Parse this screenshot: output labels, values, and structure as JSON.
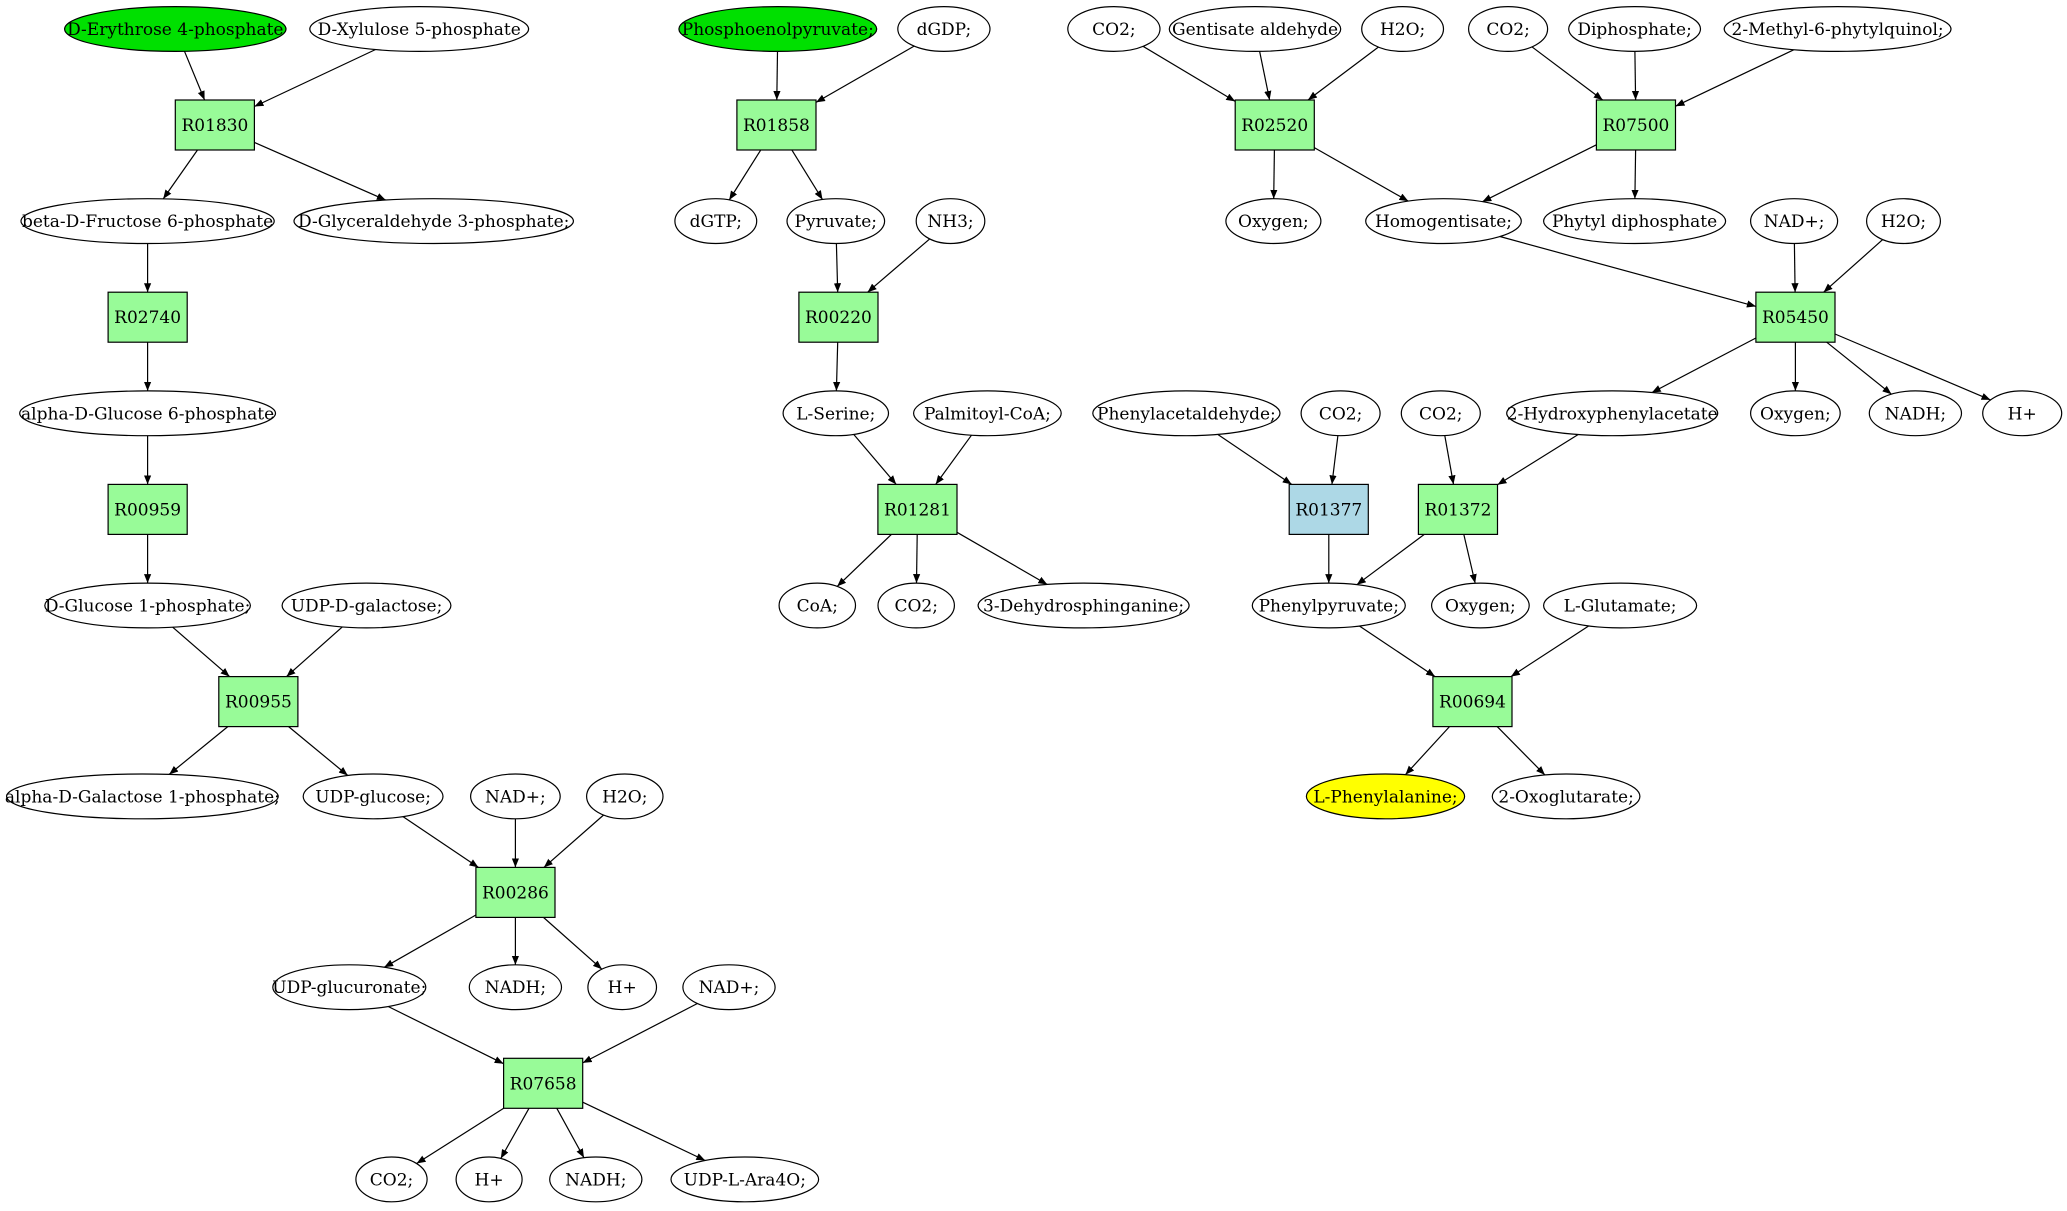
{
  "colors": {
    "metabolite_default": "#ffffff",
    "metabolite_start": "#00e000",
    "metabolite_target": "#ffff00",
    "reaction_default": "#98fb98",
    "reaction_alt": "#add8e6",
    "stroke": "#000000"
  },
  "nodes": [
    {
      "id": "m_e4p",
      "type": "metabolite",
      "label": "D-Erythrose 4-phosphate",
      "role": "start"
    },
    {
      "id": "m_x5p",
      "type": "metabolite",
      "label": "D-Xylulose 5-phosphate"
    },
    {
      "id": "r_R01830",
      "type": "reaction",
      "label": "R01830"
    },
    {
      "id": "m_f6p",
      "type": "metabolite",
      "label": "beta-D-Fructose 6-phosphate"
    },
    {
      "id": "m_g3p",
      "type": "metabolite",
      "label": "D-Glyceraldehyde 3-phosphate;"
    },
    {
      "id": "r_R02740",
      "type": "reaction",
      "label": "R02740"
    },
    {
      "id": "m_g6p",
      "type": "metabolite",
      "label": "alpha-D-Glucose 6-phosphate"
    },
    {
      "id": "r_R00959",
      "type": "reaction",
      "label": "R00959"
    },
    {
      "id": "m_g1p",
      "type": "metabolite",
      "label": "D-Glucose 1-phosphate;"
    },
    {
      "id": "m_udpgal",
      "type": "metabolite",
      "label": "UDP-D-galactose;"
    },
    {
      "id": "r_R00955",
      "type": "reaction",
      "label": "R00955"
    },
    {
      "id": "m_gal1p",
      "type": "metabolite",
      "label": "alpha-D-Galactose 1-phosphate;"
    },
    {
      "id": "m_udpglc",
      "type": "metabolite",
      "label": "UDP-glucose;"
    },
    {
      "id": "m_nad_1",
      "type": "metabolite",
      "label": "NAD+;"
    },
    {
      "id": "m_h2o_1",
      "type": "metabolite",
      "label": "H2O;"
    },
    {
      "id": "r_R00286",
      "type": "reaction",
      "label": "R00286"
    },
    {
      "id": "m_udpglcA",
      "type": "metabolite",
      "label": "UDP-glucuronate;"
    },
    {
      "id": "m_nadh_1",
      "type": "metabolite",
      "label": "NADH;"
    },
    {
      "id": "m_h_1",
      "type": "metabolite",
      "label": "H+"
    },
    {
      "id": "m_nad_2",
      "type": "metabolite",
      "label": "NAD+;"
    },
    {
      "id": "r_R07658",
      "type": "reaction",
      "label": "R07658"
    },
    {
      "id": "m_co2_1",
      "type": "metabolite",
      "label": "CO2;"
    },
    {
      "id": "m_h_2",
      "type": "metabolite",
      "label": "H+"
    },
    {
      "id": "m_nadh_2",
      "type": "metabolite",
      "label": "NADH;"
    },
    {
      "id": "m_udpara",
      "type": "metabolite",
      "label": "UDP-L-Ara4O;"
    },
    {
      "id": "m_pep",
      "type": "metabolite",
      "label": "Phosphoenolpyruvate;",
      "role": "start"
    },
    {
      "id": "m_dgdp",
      "type": "metabolite",
      "label": "dGDP;"
    },
    {
      "id": "r_R01858",
      "type": "reaction",
      "label": "R01858"
    },
    {
      "id": "m_dgtp",
      "type": "metabolite",
      "label": "dGTP;"
    },
    {
      "id": "m_pyr",
      "type": "metabolite",
      "label": "Pyruvate;"
    },
    {
      "id": "m_nh3",
      "type": "metabolite",
      "label": "NH3;"
    },
    {
      "id": "r_R00220",
      "type": "reaction",
      "label": "R00220"
    },
    {
      "id": "m_ser",
      "type": "metabolite",
      "label": "L-Serine;"
    },
    {
      "id": "m_palcoa",
      "type": "metabolite",
      "label": "Palmitoyl-CoA;"
    },
    {
      "id": "r_R01281",
      "type": "reaction",
      "label": "R01281"
    },
    {
      "id": "m_coa",
      "type": "metabolite",
      "label": "CoA;"
    },
    {
      "id": "m_co2_2",
      "type": "metabolite",
      "label": "CO2;"
    },
    {
      "id": "m_dhs",
      "type": "metabolite",
      "label": "3-Dehydrosphinganine;"
    },
    {
      "id": "m_co2_3",
      "type": "metabolite",
      "label": "CO2;"
    },
    {
      "id": "m_gentald",
      "type": "metabolite",
      "label": "Gentisate aldehyde"
    },
    {
      "id": "m_h2o_2",
      "type": "metabolite",
      "label": "H2O;"
    },
    {
      "id": "r_R02520",
      "type": "reaction",
      "label": "R02520"
    },
    {
      "id": "m_co2_4",
      "type": "metabolite",
      "label": "CO2;"
    },
    {
      "id": "m_diph",
      "type": "metabolite",
      "label": "Diphosphate;"
    },
    {
      "id": "m_mpq",
      "type": "metabolite",
      "label": "2-Methyl-6-phytylquinol;"
    },
    {
      "id": "r_R07500",
      "type": "reaction",
      "label": "R07500"
    },
    {
      "id": "m_o2_1",
      "type": "metabolite",
      "label": "Oxygen;"
    },
    {
      "id": "m_hga",
      "type": "metabolite",
      "label": "Homogentisate;"
    },
    {
      "id": "m_phytpp",
      "type": "metabolite",
      "label": "Phytyl diphosphate"
    },
    {
      "id": "m_nad_3",
      "type": "metabolite",
      "label": "NAD+;"
    },
    {
      "id": "m_h2o_3",
      "type": "metabolite",
      "label": "H2O;"
    },
    {
      "id": "r_R05450",
      "type": "reaction",
      "label": "R05450"
    },
    {
      "id": "m_ohpa",
      "type": "metabolite",
      "label": "2-Hydroxyphenylacetate"
    },
    {
      "id": "m_o2_2",
      "type": "metabolite",
      "label": "Oxygen;"
    },
    {
      "id": "m_nadh_3",
      "type": "metabolite",
      "label": "NADH;"
    },
    {
      "id": "m_h_3",
      "type": "metabolite",
      "label": "H+"
    },
    {
      "id": "m_phald",
      "type": "metabolite",
      "label": "Phenylacetaldehyde;"
    },
    {
      "id": "m_co2_5",
      "type": "metabolite",
      "label": "CO2;"
    },
    {
      "id": "m_co2_6",
      "type": "metabolite",
      "label": "CO2;"
    },
    {
      "id": "r_R01377",
      "type": "reaction",
      "label": "R01377",
      "role": "alt"
    },
    {
      "id": "r_R01372",
      "type": "reaction",
      "label": "R01372"
    },
    {
      "id": "m_phpyr",
      "type": "metabolite",
      "label": "Phenylpyruvate;"
    },
    {
      "id": "m_o2_3",
      "type": "metabolite",
      "label": "Oxygen;"
    },
    {
      "id": "m_glu",
      "type": "metabolite",
      "label": "L-Glutamate;"
    },
    {
      "id": "r_R00694",
      "type": "reaction",
      "label": "R00694"
    },
    {
      "id": "m_phe",
      "type": "metabolite",
      "label": "L-Phenylalanine;",
      "role": "target"
    },
    {
      "id": "m_akg",
      "type": "metabolite",
      "label": "2-Oxoglutarate;"
    }
  ],
  "edges": [
    [
      "m_e4p",
      "r_R01830"
    ],
    [
      "m_x5p",
      "r_R01830"
    ],
    [
      "r_R01830",
      "m_f6p"
    ],
    [
      "r_R01830",
      "m_g3p"
    ],
    [
      "m_f6p",
      "r_R02740"
    ],
    [
      "r_R02740",
      "m_g6p"
    ],
    [
      "m_g6p",
      "r_R00959"
    ],
    [
      "r_R00959",
      "m_g1p"
    ],
    [
      "m_g1p",
      "r_R00955"
    ],
    [
      "m_udpgal",
      "r_R00955"
    ],
    [
      "r_R00955",
      "m_gal1p"
    ],
    [
      "r_R00955",
      "m_udpglc"
    ],
    [
      "m_udpglc",
      "r_R00286"
    ],
    [
      "m_nad_1",
      "r_R00286"
    ],
    [
      "m_h2o_1",
      "r_R00286"
    ],
    [
      "r_R00286",
      "m_udpglcA"
    ],
    [
      "r_R00286",
      "m_nadh_1"
    ],
    [
      "r_R00286",
      "m_h_1"
    ],
    [
      "m_udpglcA",
      "r_R07658"
    ],
    [
      "m_nad_2",
      "r_R07658"
    ],
    [
      "r_R07658",
      "m_co2_1"
    ],
    [
      "r_R07658",
      "m_h_2"
    ],
    [
      "r_R07658",
      "m_nadh_2"
    ],
    [
      "r_R07658",
      "m_udpara"
    ],
    [
      "m_pep",
      "r_R01858"
    ],
    [
      "m_dgdp",
      "r_R01858"
    ],
    [
      "r_R01858",
      "m_dgtp"
    ],
    [
      "r_R01858",
      "m_pyr"
    ],
    [
      "m_pyr",
      "r_R00220"
    ],
    [
      "m_nh3",
      "r_R00220"
    ],
    [
      "r_R00220",
      "m_ser"
    ],
    [
      "m_ser",
      "r_R01281"
    ],
    [
      "m_palcoa",
      "r_R01281"
    ],
    [
      "r_R01281",
      "m_coa"
    ],
    [
      "r_R01281",
      "m_co2_2"
    ],
    [
      "r_R01281",
      "m_dhs"
    ],
    [
      "m_co2_3",
      "r_R02520"
    ],
    [
      "m_gentald",
      "r_R02520"
    ],
    [
      "m_h2o_2",
      "r_R02520"
    ],
    [
      "r_R02520",
      "m_o2_1"
    ],
    [
      "r_R02520",
      "m_hga"
    ],
    [
      "m_co2_4",
      "r_R07500"
    ],
    [
      "m_diph",
      "r_R07500"
    ],
    [
      "m_mpq",
      "r_R07500"
    ],
    [
      "r_R07500",
      "m_hga"
    ],
    [
      "r_R07500",
      "m_phytpp"
    ],
    [
      "m_hga",
      "r_R05450"
    ],
    [
      "m_nad_3",
      "r_R05450"
    ],
    [
      "m_h2o_3",
      "r_R05450"
    ],
    [
      "r_R05450",
      "m_ohpa"
    ],
    [
      "r_R05450",
      "m_o2_2"
    ],
    [
      "r_R05450",
      "m_nadh_3"
    ],
    [
      "r_R05450",
      "m_h_3"
    ],
    [
      "m_phald",
      "r_R01377"
    ],
    [
      "m_co2_5",
      "r_R01377"
    ],
    [
      "m_co2_6",
      "r_R01372"
    ],
    [
      "m_ohpa",
      "r_R01372"
    ],
    [
      "r_R01377",
      "m_phpyr"
    ],
    [
      "r_R01372",
      "m_phpyr"
    ],
    [
      "r_R01372",
      "m_o2_3"
    ],
    [
      "m_phpyr",
      "r_R00694"
    ],
    [
      "m_glu",
      "r_R00694"
    ],
    [
      "r_R00694",
      "m_phe"
    ],
    [
      "r_R00694",
      "m_akg"
    ]
  ]
}
